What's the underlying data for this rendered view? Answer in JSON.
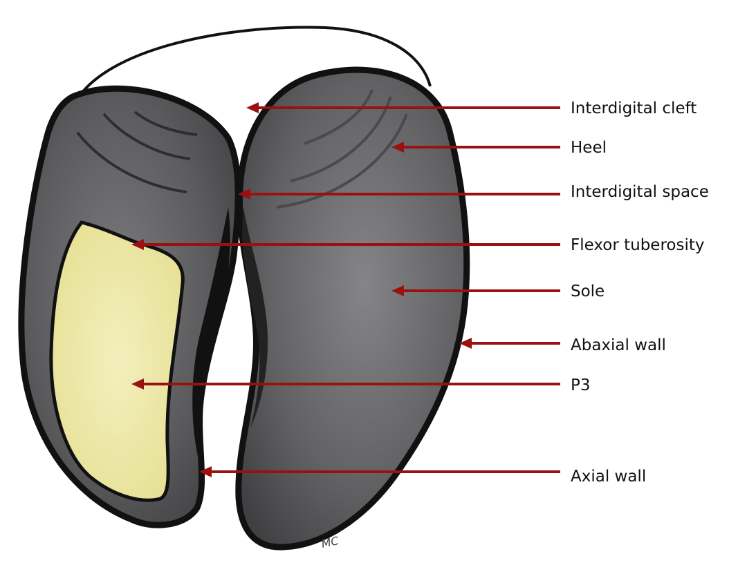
{
  "colors": {
    "arrow": "#9b1010",
    "claw_fill": "#5e5e60",
    "claw_outline": "#111111",
    "bone_fill": "#ece7a3",
    "background": "#ffffff"
  },
  "labels": {
    "interdigital_cleft": "Interdigital cleft",
    "heel": "Heel",
    "interdigital_space": "Interdigital space",
    "flexor_tuberosity": "Flexor tuberosity",
    "sole": "Sole",
    "abaxial_wall": "Abaxial wall",
    "p3": "P3",
    "axial_wall": "Axial wall"
  },
  "signature": "MC"
}
